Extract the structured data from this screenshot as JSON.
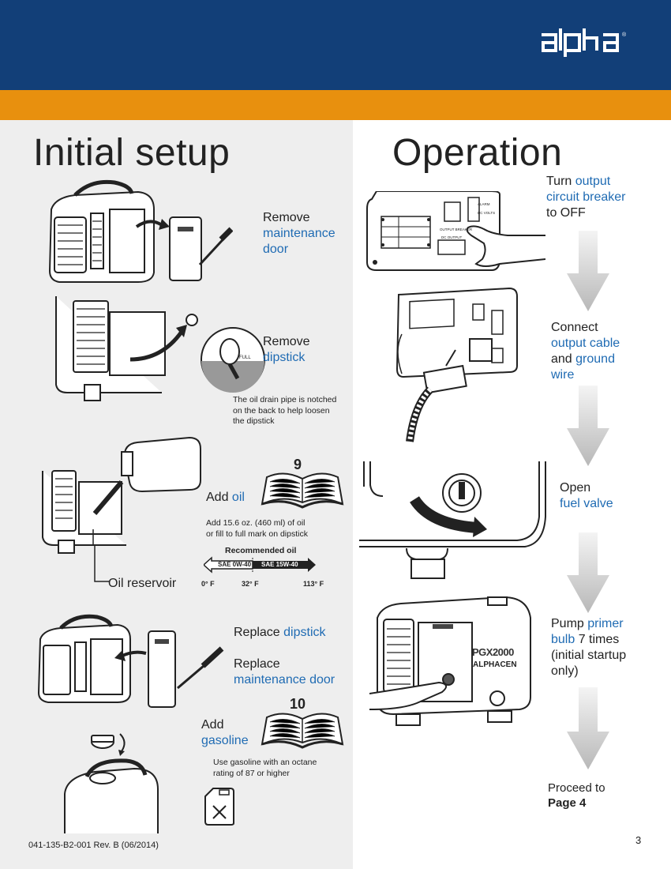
{
  "header": {
    "brand": "alpha",
    "colors": {
      "blue": "#123f78",
      "orange": "#e8900e",
      "accent_text": "#1f6bb3",
      "left_panel": "#eeeeee"
    }
  },
  "left": {
    "title": "Initial setup",
    "steps": {
      "remove_door": {
        "line1": "Remove",
        "line2": "maintenance",
        "line3": "door"
      },
      "remove_dipstick": {
        "line1": "Remove",
        "line2": "dipstick",
        "full_label": "FULL",
        "note1": "The oil drain pipe is notched",
        "note2": "on the back to help loosen",
        "note3": "the dipstick"
      },
      "add_oil": {
        "prefix": "Add ",
        "highlight": "oil",
        "page_ref": "9",
        "note1": "Add 15.6 oz. (460 ml) of oil",
        "note2": "or fill to full mark on dipstick",
        "reservoir_label": "Oil reservoir"
      },
      "recommended_oil": {
        "title": "Recommended oil",
        "grade_low": "SAE 0W-40",
        "grade_high": "SAE 15W-40",
        "temp_low": "0° F",
        "temp_mid": "32° F",
        "temp_high": "113° F"
      },
      "replace_dipstick": {
        "prefix": "Replace ",
        "highlight": "dipstick"
      },
      "replace_door": {
        "line1": "Replace",
        "line2": "maintenance door"
      },
      "add_gasoline": {
        "line1": "Add",
        "line2": "gasoline",
        "page_ref": "10",
        "note1": "Use gasoline with an octane",
        "note2": "rating of 87 or higher"
      }
    }
  },
  "right": {
    "title": "Operation",
    "steps": {
      "turn_off": {
        "prefix": "Turn ",
        "highlight1": "output",
        "highlight2": "circuit breaker",
        "suffix": "to OFF",
        "panel_label1": "OUTPUT BREAKER",
        "panel_label2": "DC OUTPUT",
        "panel_label3": "ALARM",
        "panel_label4": "DC VOLTS"
      },
      "connect": {
        "line1": "Connect",
        "highlight1": "output cable",
        "and": "and ",
        "highlight2": "ground",
        "highlight3": "wire"
      },
      "open_valve": {
        "line1": "Open",
        "highlight": "fuel valve"
      },
      "pump": {
        "prefix": "Pump ",
        "highlight1": "primer",
        "highlight2": "bulb",
        "suffix2": " 7 times",
        "line3": "(initial startup",
        "line4": "only)",
        "model": "PGX2000",
        "brand": "ALPHACEN"
      },
      "proceed": {
        "line1": "Proceed to",
        "line2": "Page 4"
      }
    }
  },
  "footer": {
    "doc_number": "041-135-B2-001 Rev. B (06/2014)",
    "page_number": "3"
  }
}
